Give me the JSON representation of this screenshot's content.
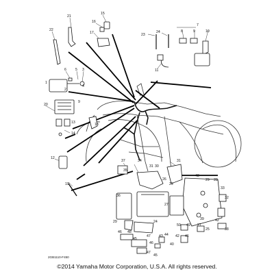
{
  "diagram": {
    "part_callouts": [
      "1",
      "2",
      "3",
      "4",
      "5",
      "6",
      "7",
      "8",
      "9",
      "10",
      "11",
      "12",
      "13",
      "14",
      "15",
      "16",
      "17",
      "18",
      "19",
      "20",
      "21",
      "22",
      "23",
      "24",
      "25",
      "26",
      "27",
      "28",
      "29",
      "30",
      "31",
      "32",
      "33",
      "34",
      "35",
      "36",
      "37",
      "38",
      "39",
      "40",
      "41",
      "42",
      "43",
      "44",
      "45",
      "46",
      "47",
      "48",
      "49",
      "50"
    ],
    "drawing_code": "2GB1110-F450"
  },
  "footer": {
    "copyright": "©2014 Yamaha Motor Corporation, U.S.A. All rights reserved."
  }
}
